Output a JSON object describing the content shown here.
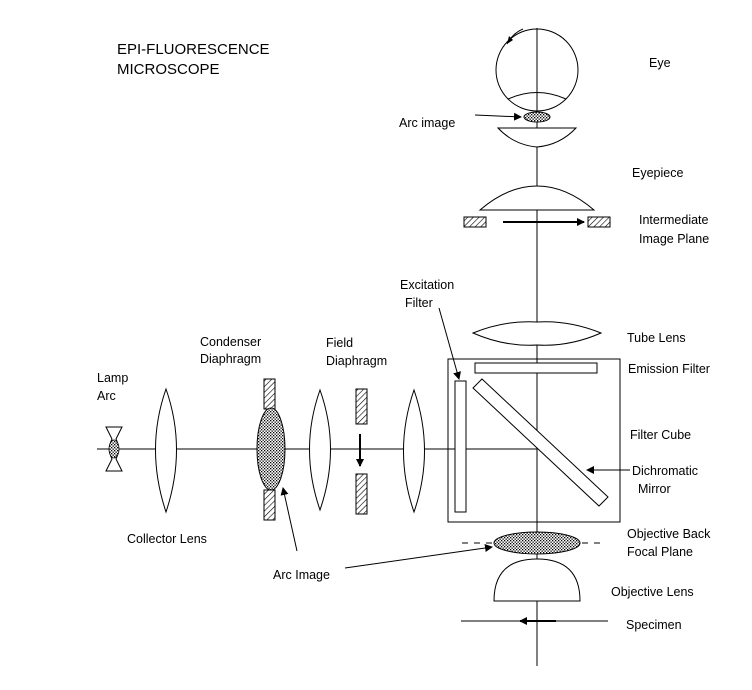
{
  "title": {
    "line1": "EPI-FLUORESCENCE",
    "line2": "MICROSCOPE"
  },
  "labels": {
    "eye": "Eye",
    "arc_image_top": "Arc image",
    "eyepiece": "Eyepiece",
    "intermediate_1": "Intermediate",
    "intermediate_2": "Image Plane",
    "excitation_1": "Excitation",
    "excitation_2": "Filter",
    "tube_lens": "Tube Lens",
    "emission_filter": "Emission Filter",
    "condenser_1": "Condenser",
    "condenser_2": "Diaphragm",
    "field_1": "Field",
    "field_2": "Diaphragm",
    "lamp_1": "Lamp",
    "lamp_2": "Arc",
    "filter_cube": "Filter Cube",
    "dichromatic_1": "Dichromatic",
    "dichromatic_2": "Mirror",
    "collector_lens": "Collector Lens",
    "objective_back_1": "Objective Back",
    "objective_back_2": "Focal Plane",
    "arc_image_bottom": "Arc Image",
    "objective_lens": "Objective Lens",
    "specimen": "Specimen"
  }
}
